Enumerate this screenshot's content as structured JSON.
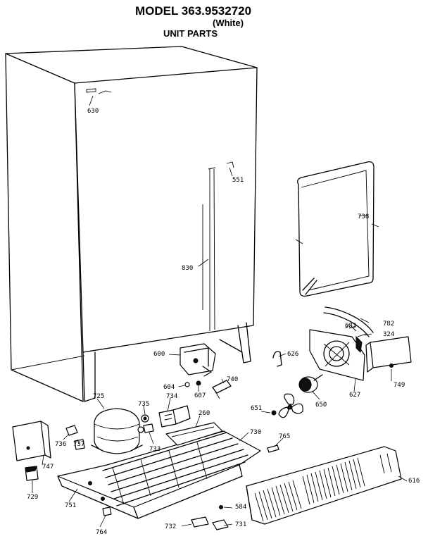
{
  "header": {
    "model": "MODEL 363.9532720",
    "variant": "(White)",
    "section": "UNIT PARTS"
  },
  "parts": [
    {
      "id": "p630",
      "label": "630"
    },
    {
      "id": "p551",
      "label": "551"
    },
    {
      "id": "p830",
      "label": "830"
    },
    {
      "id": "p738",
      "label": "738"
    },
    {
      "id": "p782",
      "label": "782"
    },
    {
      "id": "p683",
      "label": "683"
    },
    {
      "id": "p324",
      "label": "324"
    },
    {
      "id": "p626",
      "label": "626"
    },
    {
      "id": "p600",
      "label": "600"
    },
    {
      "id": "p740",
      "label": "740"
    },
    {
      "id": "p604",
      "label": "604"
    },
    {
      "id": "p607",
      "label": "607"
    },
    {
      "id": "p627",
      "label": "627"
    },
    {
      "id": "p749",
      "label": "749"
    },
    {
      "id": "p650",
      "label": "650"
    },
    {
      "id": "p725",
      "label": "725"
    },
    {
      "id": "p735",
      "label": "735"
    },
    {
      "id": "p734",
      "label": "734"
    },
    {
      "id": "p260",
      "label": "260"
    },
    {
      "id": "p651",
      "label": "651"
    },
    {
      "id": "p730",
      "label": "730"
    },
    {
      "id": "p736",
      "label": "736"
    },
    {
      "id": "p737",
      "label": "737"
    },
    {
      "id": "p733",
      "label": "733"
    },
    {
      "id": "p765",
      "label": "765"
    },
    {
      "id": "p747",
      "label": "747"
    },
    {
      "id": "p616",
      "label": "616"
    },
    {
      "id": "p729",
      "label": "729"
    },
    {
      "id": "p751",
      "label": "751"
    },
    {
      "id": "p584",
      "label": "584"
    },
    {
      "id": "p764",
      "label": "764"
    },
    {
      "id": "p732",
      "label": "732"
    },
    {
      "id": "p731",
      "label": "731"
    }
  ]
}
